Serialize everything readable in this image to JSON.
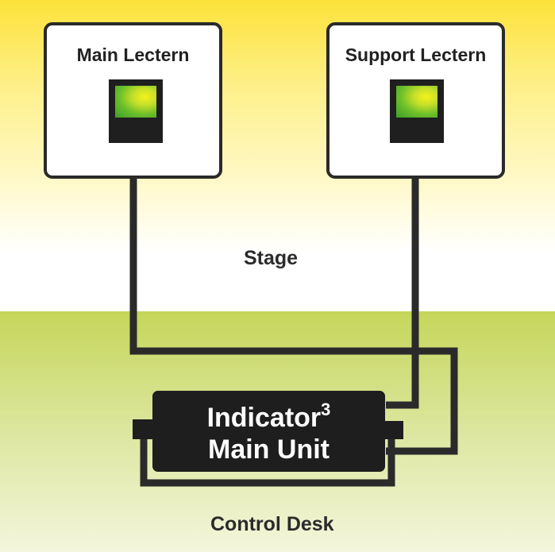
{
  "zones": {
    "stage_label": "Stage",
    "desk_label": "Control Desk"
  },
  "lecterns": {
    "main": {
      "label": "Main Lectern",
      "lamp_icon": "green-indicator-lamp-icon"
    },
    "support": {
      "label": "Support Lectern",
      "lamp_icon": "green-indicator-lamp-icon"
    }
  },
  "main_unit": {
    "name": "Indicator",
    "name_superscript": "3",
    "subtitle": "Main Unit"
  },
  "colors": {
    "stage_top": "#fde23a",
    "desk_top": "#c5d65a",
    "cable": "#2a2a2a",
    "unit_body": "#1e1e1e",
    "lamp_green": "#6dbf2a",
    "lamp_yellow": "#f4f21a"
  }
}
